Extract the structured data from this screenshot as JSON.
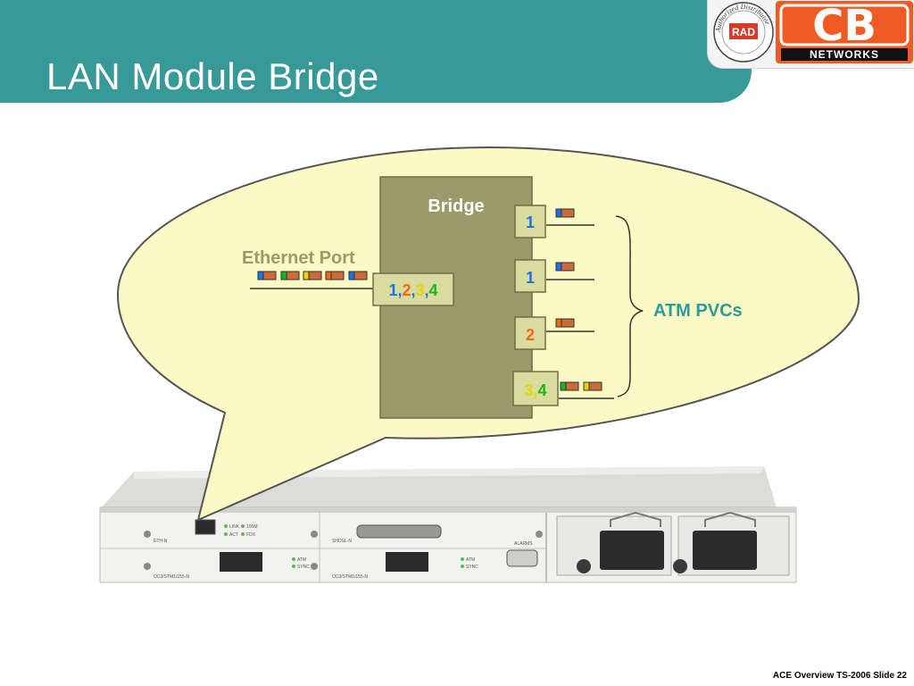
{
  "slide": {
    "title": "LAN Module Bridge",
    "footer": "ACE Overview TS-2006  Slide 22"
  },
  "logo": {
    "seal_text": "Authorized Distributor",
    "rad_text": "RAD",
    "cb_text": "CB",
    "networks_text": "NETWORKS"
  },
  "diagram": {
    "bridge_label": "Bridge",
    "ethernet_port_label": "Ethernet Port",
    "ethernet_port_ids": [
      {
        "text": "1",
        "color": "#1a73e8"
      },
      {
        "text": ",",
        "color": "#1a73e8"
      },
      {
        "text": "2",
        "color": "#f06b10"
      },
      {
        "text": ",",
        "color": "#1a73e8"
      },
      {
        "text": "3",
        "color": "#e8d400"
      },
      {
        "text": ",",
        "color": "#1a73e8"
      },
      {
        "text": "4",
        "color": "#19b619"
      }
    ],
    "pvc_ports": [
      {
        "text": "1",
        "color": "#1a73e8"
      },
      {
        "text": "1",
        "color": "#1a73e8"
      },
      {
        "text": "2",
        "color": "#f06b10"
      },
      {
        "text": "3,4",
        "colors": [
          "#e8d400",
          "#e8d400",
          "#19b619"
        ]
      }
    ],
    "atm_label": "ATM PVCs"
  },
  "device": {
    "slots": [
      "ETH-N",
      "SHDSL-N",
      "OC3/STM1/155-N",
      "OC3/STM1/155-N"
    ],
    "led_labels": [
      "LINK",
      "100M",
      "ACT",
      "FDX",
      "ATM",
      "SYNC",
      "ATM",
      "SYNC"
    ],
    "alarms_label": "ALARMS"
  },
  "colors": {
    "header": "#379a98",
    "bubble_fill": "#fbf9c4",
    "bridge_fill": "#9b9a6a",
    "port_fill": "#d9dc9e",
    "ethernet_text": "#9a9a6a",
    "atm_text": "#2e9c9a",
    "cb_orange": "#f05a24"
  }
}
